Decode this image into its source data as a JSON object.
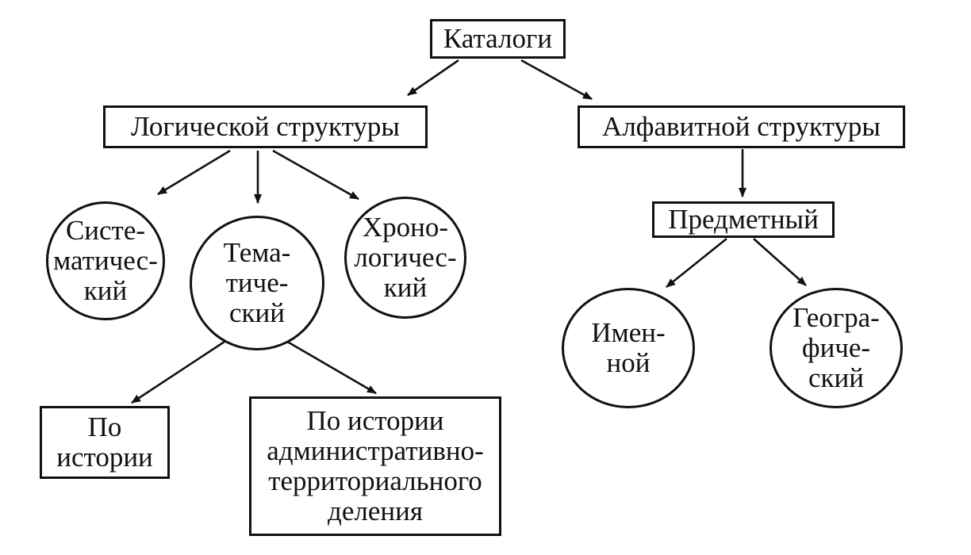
{
  "diagram": {
    "nodes": {
      "catalogs": "Каталоги",
      "logical": "Логической структуры",
      "alphabetical": "Алфавитной структуры",
      "systematic": "Систе-\nматичес-\nкий",
      "thematic": "Тема-\nтиче-\nский",
      "chronological": "Хроно-\nлогичес-\nкий",
      "subject": "Предметный",
      "name": "Имен-\nной",
      "geographic": "Геогра-\nфиче-\nский",
      "history": "По\nистории",
      "admin_history": "По истории\nадминистративно-\nтерриториального\nделения"
    },
    "edges": [
      [
        "catalogs",
        "logical"
      ],
      [
        "catalogs",
        "alphabetical"
      ],
      [
        "logical",
        "systematic"
      ],
      [
        "logical",
        "thematic"
      ],
      [
        "logical",
        "chronological"
      ],
      [
        "alphabetical",
        "subject"
      ],
      [
        "subject",
        "name"
      ],
      [
        "subject",
        "geographic"
      ],
      [
        "thematic",
        "history"
      ],
      [
        "thematic",
        "admin_history"
      ]
    ],
    "colors": {
      "stroke": "#111111",
      "background": "#ffffff"
    }
  }
}
